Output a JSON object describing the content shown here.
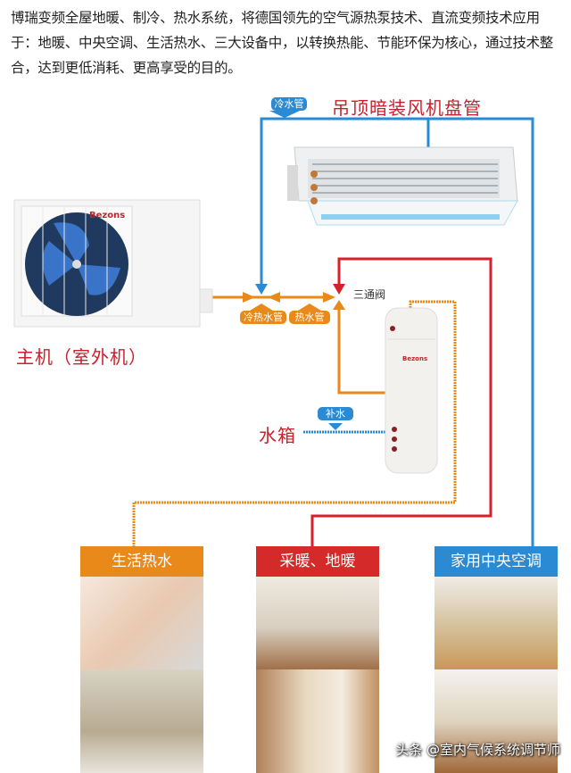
{
  "intro_text": "博瑞变频全屋地暖、制冷、热水系统，将德国领先的空气源热泵技术、直流变频技术应用于：地暖、中央空调、生活热水、三大设备中，以转换热能、节能环保为核心，通过技术整合，达到更低消耗、更高享受的目的。",
  "fan_coil": {
    "title": "吊顶暗装风机盘管",
    "pipe_label": "冷水管"
  },
  "outdoor_unit": {
    "title": "主机（室外机）",
    "brand": "Bezons"
  },
  "pipes": {
    "mixed": "冷热水管",
    "hot": "热水管",
    "valve": "三通阀"
  },
  "tank": {
    "title": "水箱",
    "supply_label": "补水",
    "brand": "Bezons"
  },
  "categories": [
    {
      "label": "生活热水",
      "color": "#e8891a"
    },
    {
      "label": "采暖、地暖",
      "color": "#d42a2a"
    },
    {
      "label": "家用中央空调",
      "color": "#2a8ad4"
    }
  ],
  "watermark": "头条 @室内气候系统调节师",
  "colors": {
    "cold": "#2a8ad4",
    "hot": "#d8202c",
    "mixed": "#e8891a"
  }
}
